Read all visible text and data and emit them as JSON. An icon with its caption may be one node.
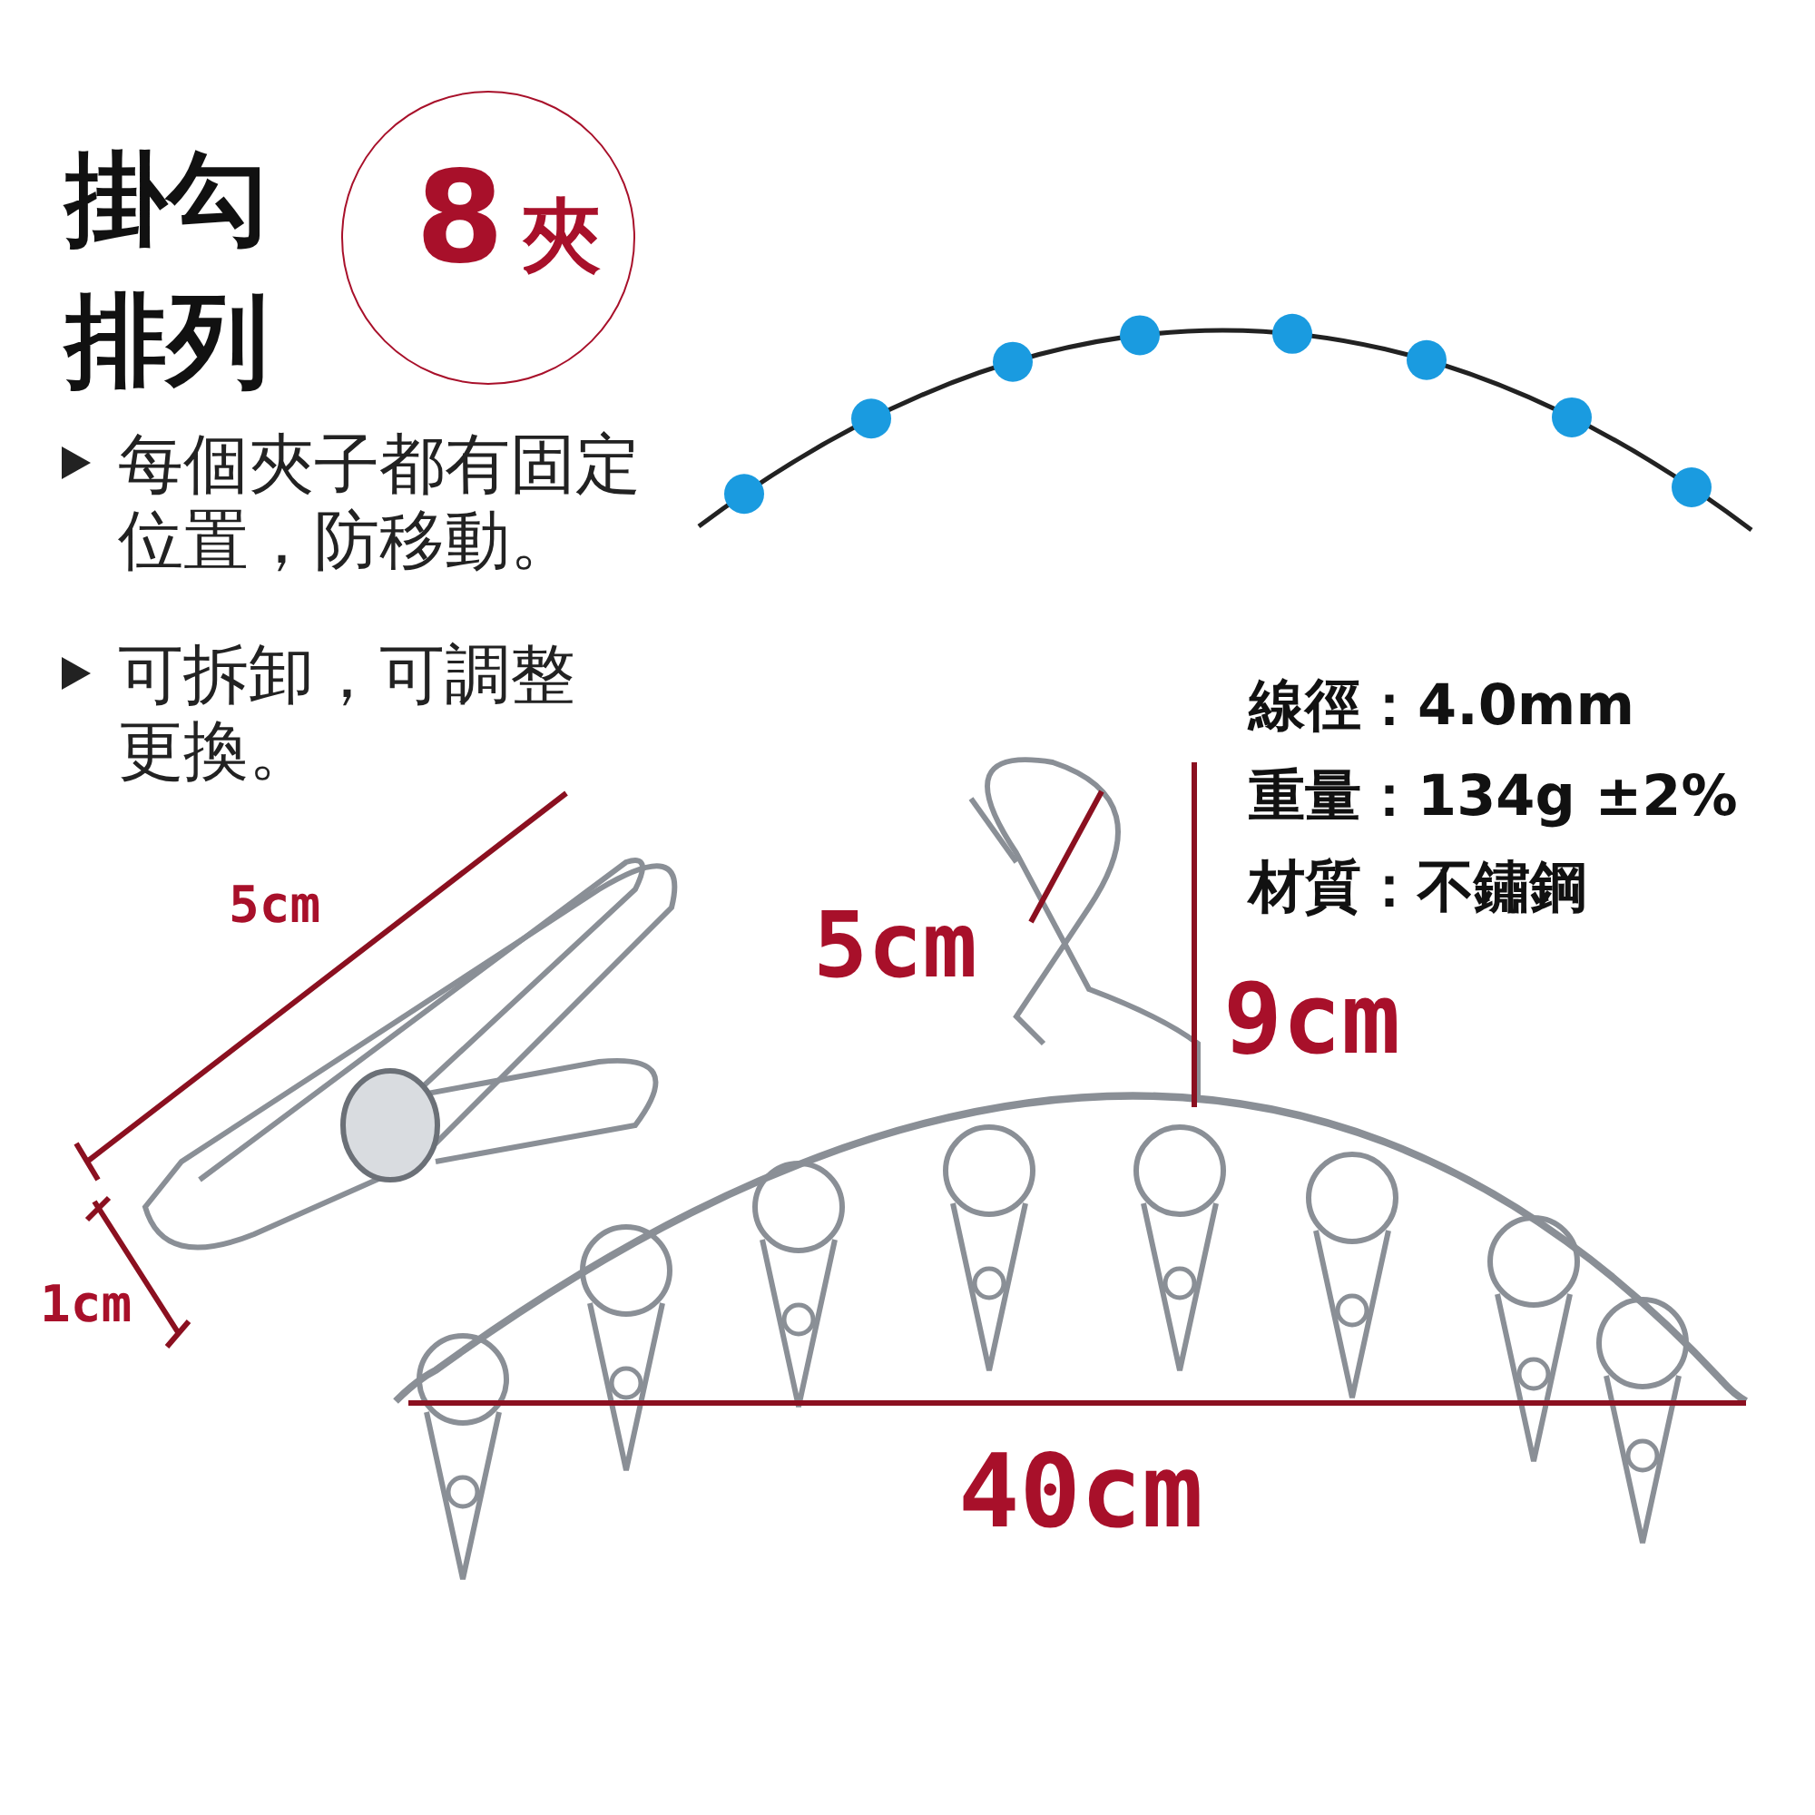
{
  "diagram": {
    "title": "掛勾排列",
    "nodes": [
      {
        "text": [
          "8",
          "夾"
        ]
      }
    ],
    "labels": [
      "每個夾子都有固定位置，防移動。",
      "可拆卸，可調整更換。",
      "線徑：4.0mm",
      "重量：134g ±2%",
      "材質：不鏽鋼",
      "5cm",
      "1cm",
      "5cm",
      "9cm",
      "40cm"
    ]
  }
}
